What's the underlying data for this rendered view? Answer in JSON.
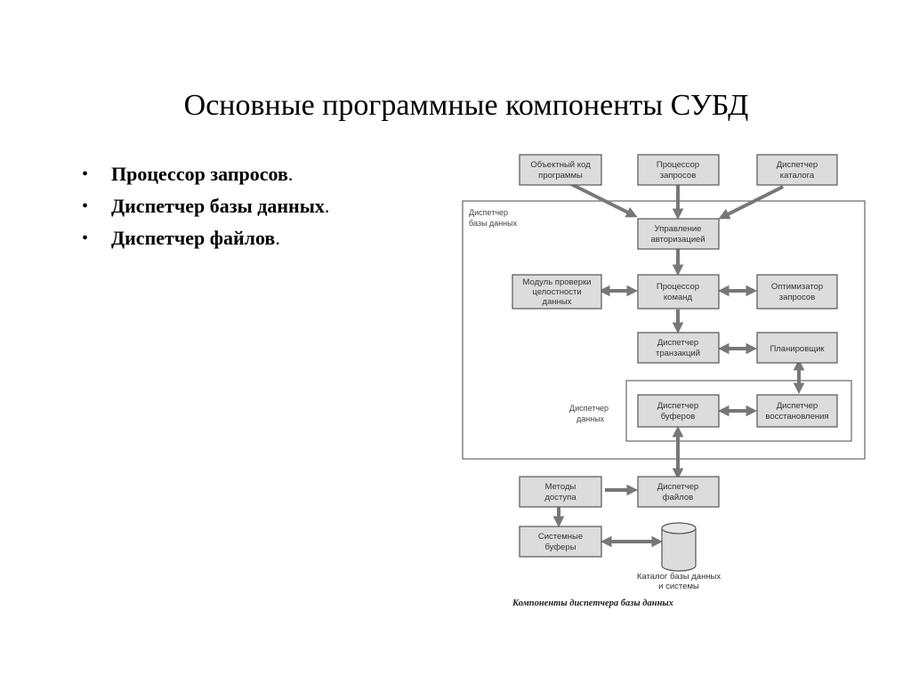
{
  "slide": {
    "title": "Основные программные компоненты СУБД",
    "bullets": [
      {
        "text": "Процессор запросов",
        "end": "."
      },
      {
        "text": "Диспетчер базы данных",
        "end": "."
      },
      {
        "text": "Диспетчер файлов",
        "end": "."
      }
    ]
  },
  "diagram": {
    "boxes": {
      "object_code": [
        "Объектный код",
        "программы"
      ],
      "query_processor": [
        "Процессор",
        "запросов"
      ],
      "catalog_manager": [
        "Диспетчер",
        "каталога"
      ],
      "authorization": [
        "Управление",
        "авторизацией"
      ],
      "integrity": [
        "Модуль проверки",
        "целостности",
        "данных"
      ],
      "command_processor": [
        "Процессор",
        "команд"
      ],
      "optimizer": [
        "Оптимизатор",
        "запросов"
      ],
      "transaction_manager": [
        "Диспетчер",
        "транзакций"
      ],
      "scheduler": [
        "Планировщик"
      ],
      "buffer_manager": [
        "Диспетчер",
        "буферов"
      ],
      "recovery_manager": [
        "Диспетчер",
        "восстановления"
      ],
      "access_methods": [
        "Методы",
        "доступа"
      ],
      "file_manager": [
        "Диспетчер",
        "файлов"
      ],
      "system_buffers": [
        "Системные",
        "буферы"
      ]
    },
    "db_manager_label": [
      "Диспетчер",
      "базы данных"
    ],
    "data_manager_label": [
      "Диспетчер",
      "данных"
    ],
    "storage_label": [
      "Каталог базы данных",
      "и системы"
    ],
    "caption": "Компоненты диспетчера базы данных"
  }
}
